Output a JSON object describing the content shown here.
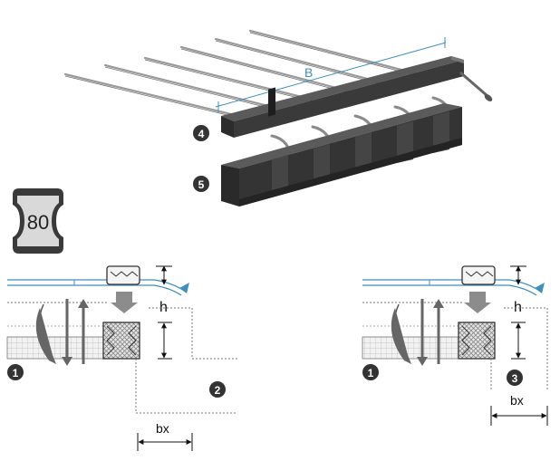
{
  "labels": {
    "dimension_b": "B",
    "badge_value": "80",
    "h_left": "h",
    "h_right": "h",
    "bx_left": "bx",
    "bx_right": "bx"
  },
  "markers": {
    "m1_left": "1",
    "m2": "2",
    "m1_right": "1",
    "m3": "3",
    "m4": "4",
    "m5": "5"
  },
  "colors": {
    "accent_blue": "#3d8fbf",
    "dark_part": "#3a3a3a",
    "marker_fill": "#333333",
    "gray_arrow": "#8c8c8c"
  }
}
